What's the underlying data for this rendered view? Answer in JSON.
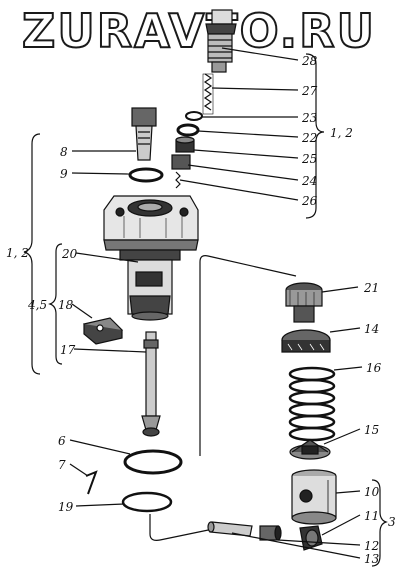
{
  "watermark": "ZURAVTO.RU",
  "group_labels": {
    "top_right": "1, 2",
    "left_outer": "1, 2",
    "left_inner": "4,5",
    "bottom_right": "3"
  },
  "callouts": {
    "c28": "28",
    "c27": "27",
    "c23": "23",
    "c22": "22",
    "c25": "25",
    "c24": "24",
    "c26": "26",
    "c8": "8",
    "c9": "9",
    "c20": "20",
    "c18": "18",
    "c17": "17",
    "c21": "21",
    "c14": "14",
    "c16": "16",
    "c15": "15",
    "c6": "6",
    "c7": "7",
    "c19": "19",
    "c10": "10",
    "c11": "11",
    "c12": "12",
    "c13": "13"
  }
}
